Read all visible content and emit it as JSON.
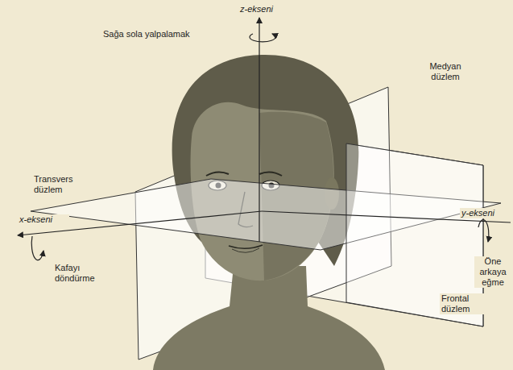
{
  "diagram": {
    "labels": [
      "z-ekseni",
      "Sağa sola yalpalamak",
      "Medyan düzlem",
      "Transvers düzlem",
      "y-ekseni",
      "x-ekseni",
      "Kafayı döndürme",
      "Öne arkaya eğme",
      "Frontal düzlem"
    ]
  }
}
